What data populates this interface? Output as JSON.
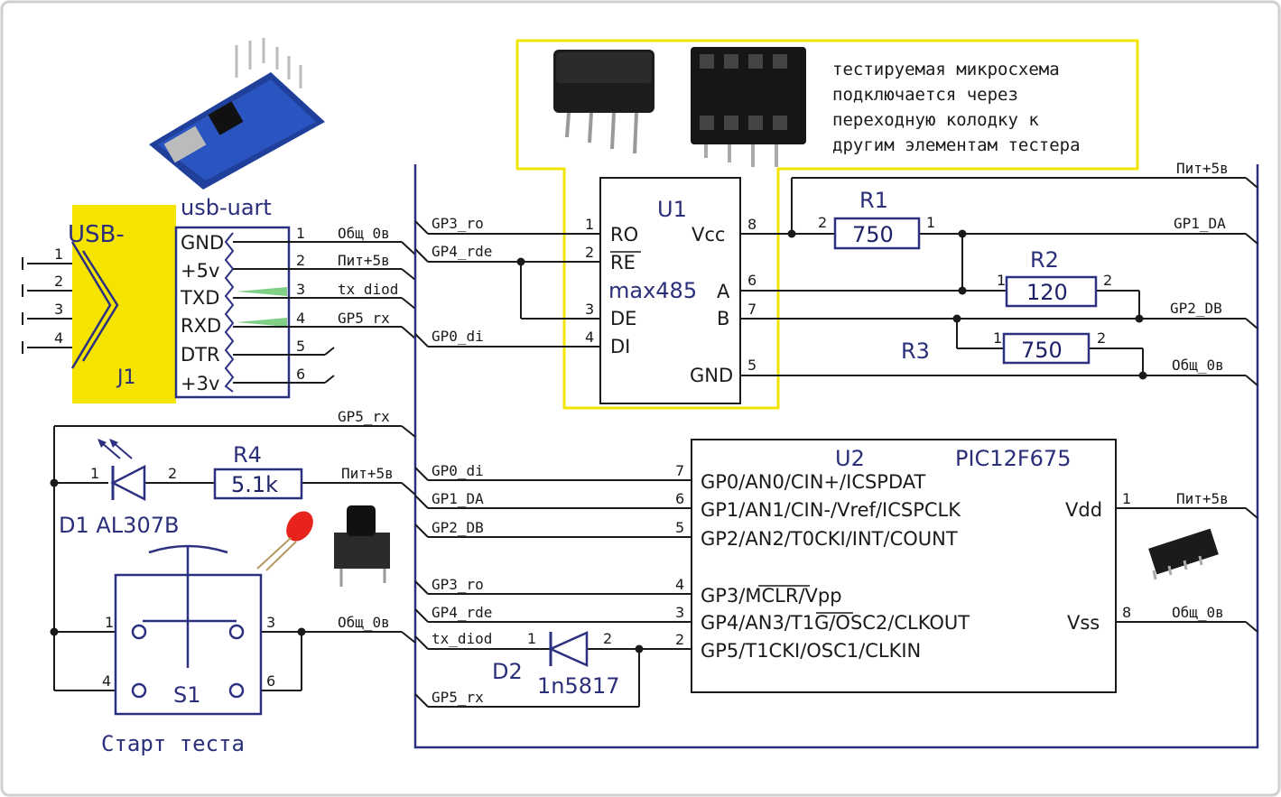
{
  "note": {
    "lines": [
      "тестируемая микросхема",
      "подключается через",
      "переходную колодку к",
      "другим элементам тестера"
    ]
  },
  "j1": {
    "label": "USB-",
    "ref": "J1",
    "pins": [
      "1",
      "2",
      "3",
      "4"
    ]
  },
  "usb_uart": {
    "title": "usb-uart",
    "pins": [
      "GND",
      "+5v",
      "TXD",
      "RXD",
      "DTR",
      "+3v"
    ],
    "pin_numbers": [
      "1",
      "2",
      "3",
      "4",
      "5",
      "6"
    ],
    "nets": [
      "Общ_0в",
      "Пит+5в",
      "tx_diod",
      "GP5_rx",
      "",
      ""
    ]
  },
  "u1": {
    "ref": "U1",
    "value": "max485",
    "left_pins": [
      {
        "num": "1",
        "name": "RO"
      },
      {
        "num": "2",
        "name": "RE"
      },
      {
        "num": "3",
        "name": "DE"
      },
      {
        "num": "4",
        "name": "DI"
      }
    ],
    "right_pins": [
      {
        "num": "8",
        "name": "Vcc"
      },
      {
        "num": "6",
        "name": "A"
      },
      {
        "num": "7",
        "name": "B"
      },
      {
        "num": "5",
        "name": "GND"
      }
    ],
    "left_nets": [
      "GP3_ro",
      "GP4_rde",
      "GP0_di"
    ]
  },
  "resistors": {
    "r1": {
      "ref": "R1",
      "value": "750",
      "pin_left": "2",
      "pin_right": "1"
    },
    "r2": {
      "ref": "R2",
      "value": "120",
      "pin_left": "1",
      "pin_right": "2"
    },
    "r3": {
      "ref": "R3",
      "value": "750",
      "pin_left": "1",
      "pin_right": "2"
    },
    "r4": {
      "ref": "R4",
      "value": "5.1k"
    }
  },
  "right_nets": [
    "Пит+5в",
    "GP1_DA",
    "GP2_DB",
    "Общ_0в"
  ],
  "u2": {
    "ref": "U2",
    "value": "PIC12F675",
    "left_pins": [
      {
        "num": "7",
        "name": "GP0/AN0/CIN+/ICSPDAT",
        "net": "GP0_di"
      },
      {
        "num": "6",
        "name": "GP1/AN1/CIN-/Vref/ICSPCLK",
        "net": "GP1_DA"
      },
      {
        "num": "5",
        "name": "GP2/AN2/T0CKI/INT/COUNT",
        "net": "GP2_DB"
      },
      {
        "num": "4",
        "name": "GP3/MCLR/Vpp",
        "net": "GP3_ro"
      },
      {
        "num": "3",
        "name": "GP4/AN3/T1G/OSC2/CLKOUT",
        "net": "GP4_rde"
      },
      {
        "num": "2",
        "name": "GP5/T1CKI/OSC1/CLKIN",
        "net": "tx_diod"
      }
    ],
    "right_pins": [
      {
        "num": "1",
        "name": "Vdd",
        "net": "Пит+5в"
      },
      {
        "num": "8",
        "name": "Vss",
        "net": "Общ_0в"
      }
    ]
  },
  "d1": {
    "label": "D1 AL307B",
    "pin1": "1",
    "pin2": "2"
  },
  "d2": {
    "ref": "D2",
    "value": "1n5817",
    "pin1": "1",
    "pin2": "2",
    "net_below": "GP5_rx"
  },
  "s1": {
    "ref": "S1",
    "caption": "Старт теста",
    "pins": [
      "1",
      "3",
      "4",
      "6"
    ]
  },
  "left_nets": {
    "gp5_rx": "GP5_rx",
    "pit": "Пит+5в",
    "gnd": "Общ_0в"
  },
  "colors": {
    "wire": "#1a1a1a",
    "bus": "#2c3080",
    "highlight": "#f5e300",
    "ref_text": "#2b2f7a"
  }
}
